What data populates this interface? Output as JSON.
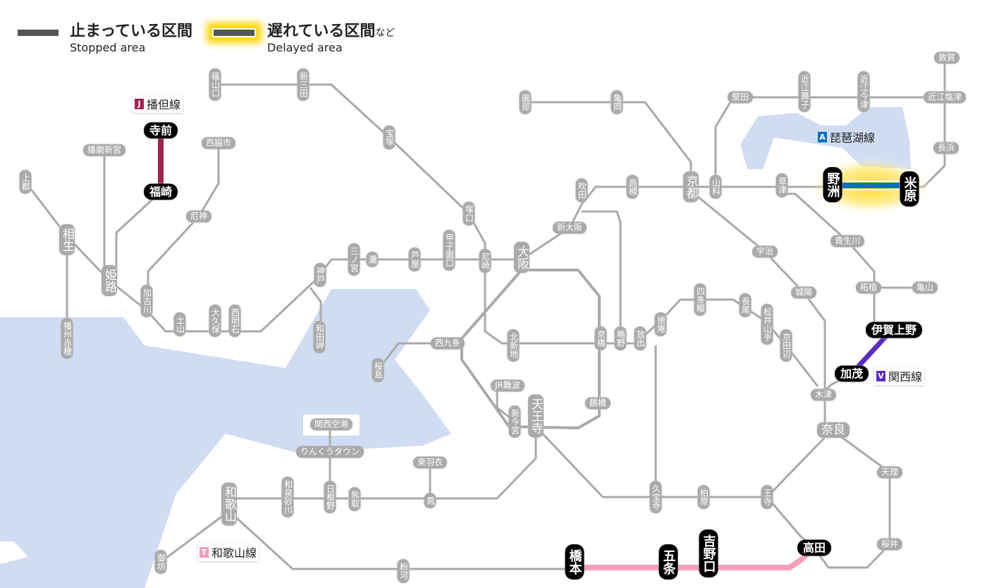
{
  "legend": {
    "stopped": {
      "jp": "止まっている区間",
      "en": "Stopped area"
    },
    "delayed": {
      "jp": "遅れている区間",
      "jp_suffix": "など",
      "en": "Delayed area"
    }
  },
  "lines": [
    {
      "code": "J",
      "name": "播但線",
      "color": "#a3234f"
    },
    {
      "code": "A",
      "name": "琵琶湖線",
      "color": "#0a6fc2"
    },
    {
      "code": "V",
      "name": "関西線",
      "color": "#5a2bc2"
    },
    {
      "code": "T",
      "name": "和歌山線",
      "color": "#f39fb8"
    }
  ],
  "colors": {
    "track": "#a9a9a9",
    "water": "#cfdcf2",
    "delay_glow": "#ffd400"
  },
  "stations": [
    {
      "name": "篠山口"
    },
    {
      "name": "新三田"
    },
    {
      "name": "宝塚"
    },
    {
      "name": "西脇市"
    },
    {
      "name": "播磨新宮"
    },
    {
      "name": "上郡"
    },
    {
      "name": "厄神"
    },
    {
      "name": "塚口"
    },
    {
      "name": "相生"
    },
    {
      "name": "姫路"
    },
    {
      "name": "加古川"
    },
    {
      "name": "土山"
    },
    {
      "name": "大久保"
    },
    {
      "name": "西明石"
    },
    {
      "name": "神戸"
    },
    {
      "name": "三ノ宮"
    },
    {
      "name": "灘"
    },
    {
      "name": "芦屋"
    },
    {
      "name": "甲子園口"
    },
    {
      "name": "尼崎"
    },
    {
      "name": "大阪"
    },
    {
      "name": "和田岬"
    },
    {
      "name": "播州赤穂"
    },
    {
      "name": "新大阪"
    },
    {
      "name": "吹田"
    },
    {
      "name": "高槻"
    },
    {
      "name": "京都"
    },
    {
      "name": "山科"
    },
    {
      "name": "園部"
    },
    {
      "name": "亀岡"
    },
    {
      "name": "堅田"
    },
    {
      "name": "近江舞子"
    },
    {
      "name": "近江今津"
    },
    {
      "name": "近江塩津"
    },
    {
      "name": "敦賀"
    },
    {
      "name": "長浜"
    },
    {
      "name": "草津"
    },
    {
      "name": "宇治"
    },
    {
      "name": "貴生川"
    },
    {
      "name": "城陽"
    },
    {
      "name": "柘植"
    },
    {
      "name": "亀山"
    },
    {
      "name": "西九条"
    },
    {
      "name": "北新地"
    },
    {
      "name": "京橋"
    },
    {
      "name": "鴫野"
    },
    {
      "name": "放出"
    },
    {
      "name": "徳庵"
    },
    {
      "name": "四条畷"
    },
    {
      "name": "長尾"
    },
    {
      "name": "松井山手"
    },
    {
      "name": "京田辺"
    },
    {
      "name": "桜島"
    },
    {
      "name": "JR難波"
    },
    {
      "name": "鶴橋"
    },
    {
      "name": "新今宮"
    },
    {
      "name": "天王寺"
    },
    {
      "name": "木津"
    },
    {
      "name": "奈良"
    },
    {
      "name": "関西空港"
    },
    {
      "name": "りんくうタウン"
    },
    {
      "name": "東羽衣"
    },
    {
      "name": "鳳"
    },
    {
      "name": "和泉砂川"
    },
    {
      "name": "日根野"
    },
    {
      "name": "熊取"
    },
    {
      "name": "和歌山"
    },
    {
      "name": "天理"
    },
    {
      "name": "久宝寺"
    },
    {
      "name": "柏原"
    },
    {
      "name": "王寺"
    },
    {
      "name": "桜井"
    },
    {
      "name": "御坊"
    },
    {
      "name": "粉河"
    }
  ],
  "affected_stations": [
    {
      "name": "寺前"
    },
    {
      "name": "福崎"
    },
    {
      "name": "野洲"
    },
    {
      "name": "米原"
    },
    {
      "name": "伊賀上野"
    },
    {
      "name": "加茂"
    },
    {
      "name": "橋本"
    },
    {
      "name": "五条"
    },
    {
      "name": "吉野口"
    },
    {
      "name": "高田"
    }
  ]
}
